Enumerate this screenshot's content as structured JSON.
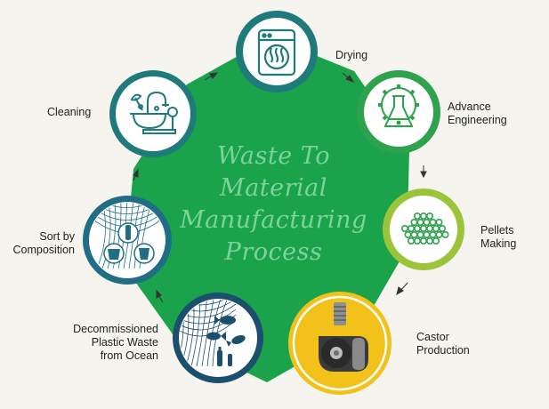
{
  "center": {
    "title_lines": [
      "Waste To",
      "Material",
      "Manufacturing",
      "Process"
    ]
  },
  "colors": {
    "background": "#f5f4ef",
    "polygon": "#1aa34a",
    "title": "#7ed39a",
    "teal": "#1f7a7c",
    "green": "#2ea24d",
    "lime": "#9cc43a",
    "navy": "#1c4e6e",
    "yellow": "#f3c21a"
  },
  "steps": [
    {
      "name": "drying",
      "label": "Drying",
      "icon": "washing-machine-icon"
    },
    {
      "name": "advance-engineering",
      "label_lines": [
        "Advance",
        "Engineering"
      ],
      "icon": "gear-flask-icon"
    },
    {
      "name": "pellets-making",
      "label_lines": [
        "Pellets",
        "Making"
      ],
      "icon": "pellets-icon"
    },
    {
      "name": "castor-production",
      "label_lines": [
        "Castor",
        "Production"
      ],
      "icon": "castor-wheel-icon"
    },
    {
      "name": "decommissioned-plastic-waste",
      "label_lines": [
        "Decommissioned",
        "Plastic Waste",
        "from Ocean"
      ],
      "icon": "ocean-net-fish-icon"
    },
    {
      "name": "sort-by-composition",
      "label_lines": [
        "Sort by",
        "Composition"
      ],
      "icon": "sorting-net-icon"
    },
    {
      "name": "cleaning",
      "label": "Cleaning",
      "icon": "cleaning-sink-icon"
    }
  ]
}
